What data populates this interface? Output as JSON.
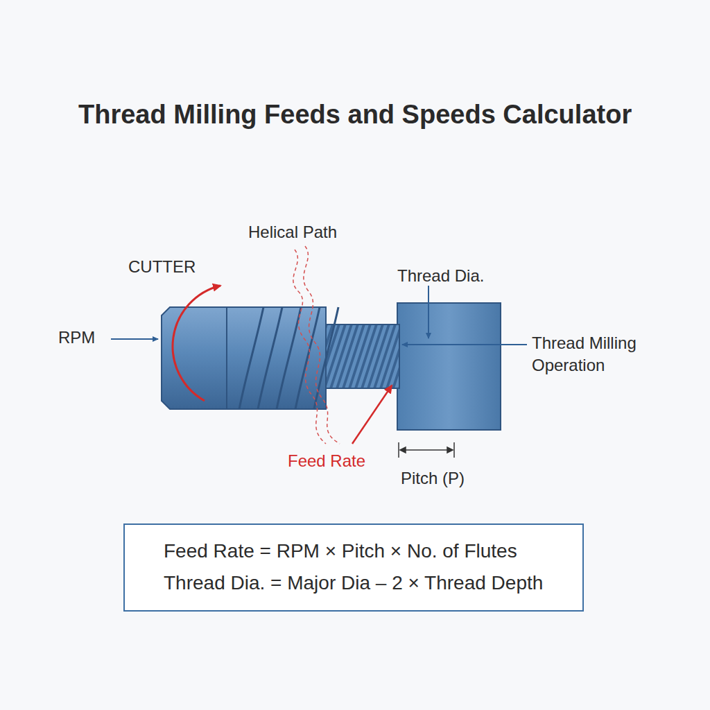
{
  "diagram": {
    "title": "Thread Milling Feeds and Speeds Calculator",
    "nodes": [
      {
        "text": [
          "Feed Rate = RPM × Pitch × No. of Flutes",
          "Thread Dia. = Major Dia – 2 × Thread Depth"
        ]
      }
    ],
    "edges": [],
    "labels": [
      "Helical Path",
      "CUTTER",
      "Thread Dia.",
      "RPM",
      "Thread Milling Operation",
      "Feed Rate",
      "Pitch (P)"
    ]
  }
}
